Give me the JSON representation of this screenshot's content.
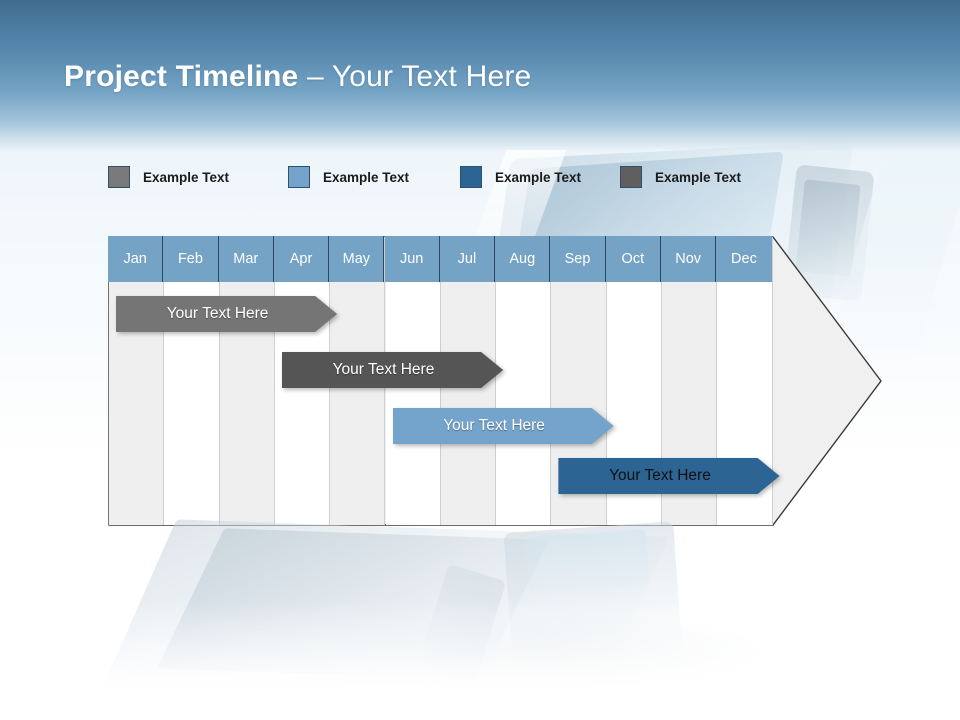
{
  "slide": {
    "title_bold": "Project Timeline",
    "title_rest": " – Your Text Here",
    "background_top_color": "#3f6c8f",
    "background_bottom_color": "#ffffff"
  },
  "legend": {
    "items": [
      {
        "label": "Example Text",
        "color": "#7a7a7a",
        "x": 0
      },
      {
        "label": "Example Text",
        "color": "#74a3cc",
        "x": 180
      },
      {
        "label": "Example Text",
        "color": "#2c6494",
        "x": 352
      },
      {
        "label": "Example Text",
        "color": "#5f5f5f",
        "x": 512
      }
    ]
  },
  "chart_data": {
    "type": "bar",
    "title": "Project Timeline – Your Text Here",
    "xlabel": "",
    "ylabel": "",
    "orientation": "horizontal",
    "categories": [
      "Jan",
      "Feb",
      "Mar",
      "Apr",
      "May",
      "Jun",
      "Jul",
      "Aug",
      "Sep",
      "Oct",
      "Nov",
      "Dec"
    ],
    "header_color": "#74a3c6",
    "header_text_color": "#ffffff",
    "column_shade_color": "#efefef",
    "column_plain_color": "#ffffff",
    "series": [
      {
        "name": "Your  Text Here",
        "label": "Your  Text Here",
        "start_month": "Jan",
        "end_month": "Apr",
        "start_index": 0,
        "end_index": 4,
        "row": 1,
        "color": "#757575",
        "text_color": "#ffffff"
      },
      {
        "name": "Your  Text Here",
        "label": "Your  Text Here",
        "start_month": "Apr",
        "end_month": "Jul",
        "start_index": 3,
        "end_index": 7,
        "row": 2,
        "color": "#555555",
        "text_color": "#ffffff"
      },
      {
        "name": "Your  Text Here",
        "label": "Your  Text Here",
        "start_month": "Jun",
        "end_month": "Sep",
        "start_index": 5,
        "end_index": 9,
        "row": 3,
        "color": "#74a3cc",
        "text_color": "#ffffff"
      },
      {
        "name": "Your  Text Here",
        "label": "Your  Text Here",
        "start_month": "Sep",
        "end_month": "Dec",
        "start_index": 8,
        "end_index": 12,
        "row": 4,
        "color": "#2c6494",
        "text_color": "#101010"
      }
    ],
    "grid": true,
    "legend_position": "top"
  }
}
